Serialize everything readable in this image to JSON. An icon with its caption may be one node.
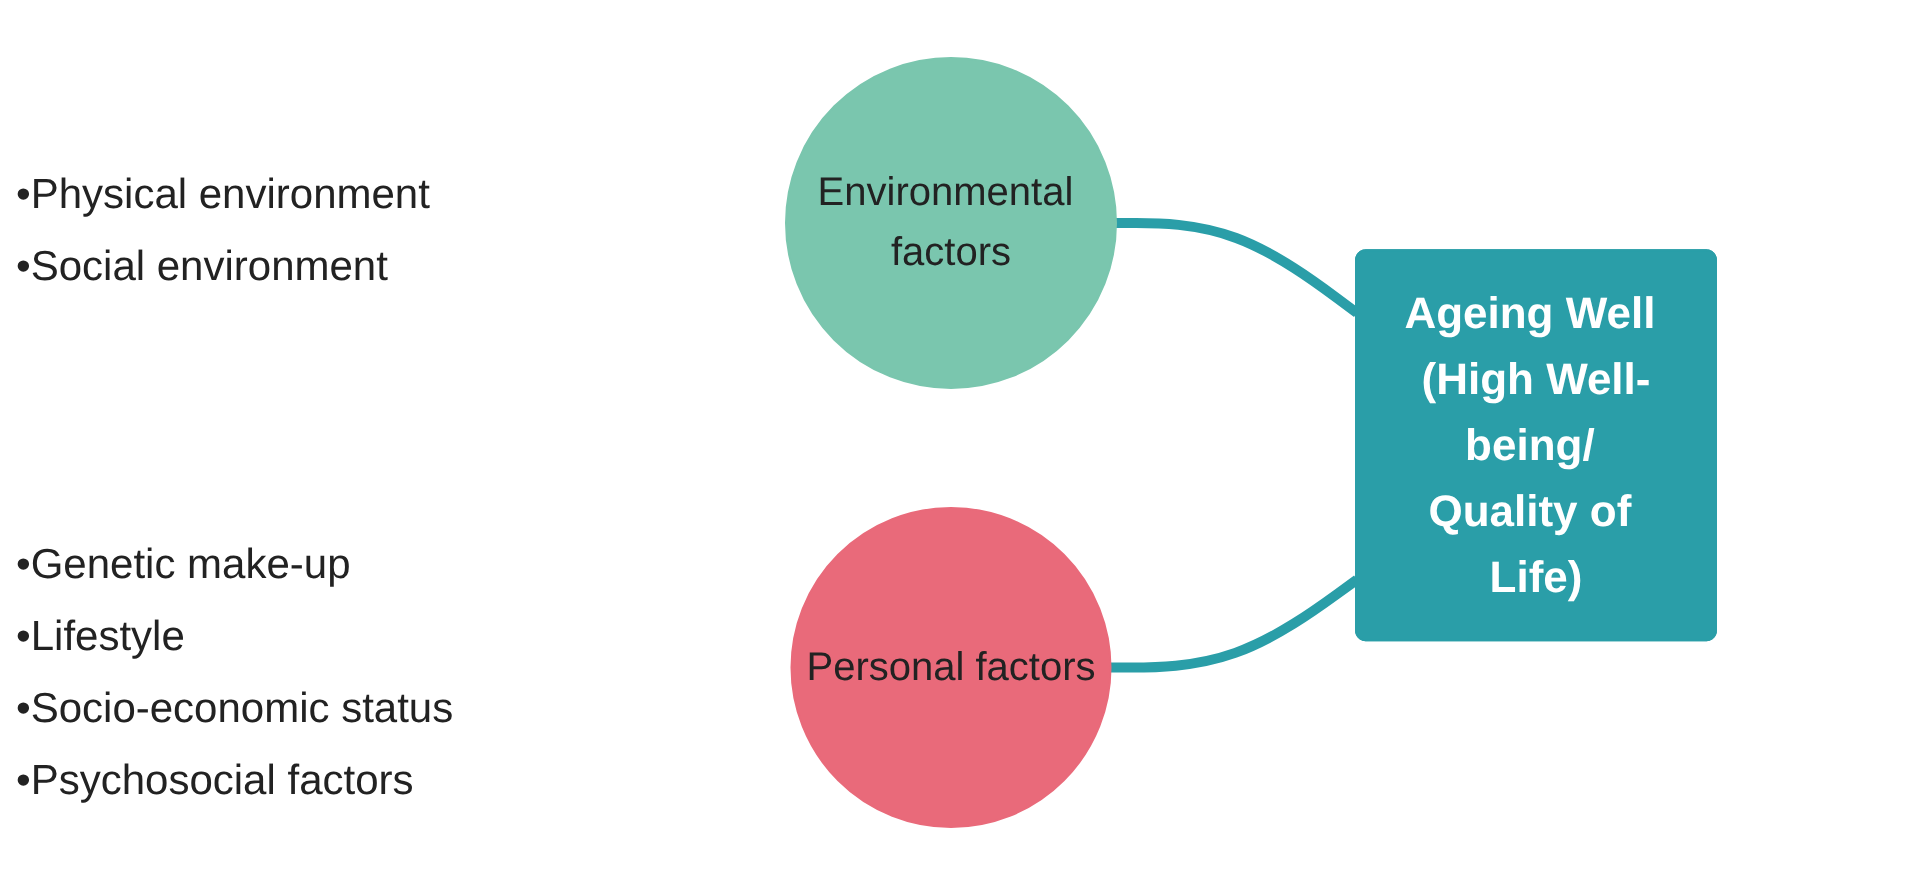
{
  "diagram": {
    "nodes": [
      {
        "text": [
          "Environmental factors"
        ],
        "beside": [
          "•Physical environment",
          "•Social environment"
        ]
      },
      {
        "text": [
          "Personal factors"
        ],
        "beside": [
          "•Genetic make-up",
          "•Lifestyle",
          "•Socio-economic status",
          "•Psychosocial factors"
        ]
      },
      {
        "text": [
          "Ageing Well (High Well-being/ Quality of Life)"
        ]
      }
    ],
    "edges": [
      {
        "from": 0,
        "to": 2,
        "arrow": "none"
      },
      {
        "from": 1,
        "to": 2,
        "arrow": "none"
      }
    ]
  }
}
